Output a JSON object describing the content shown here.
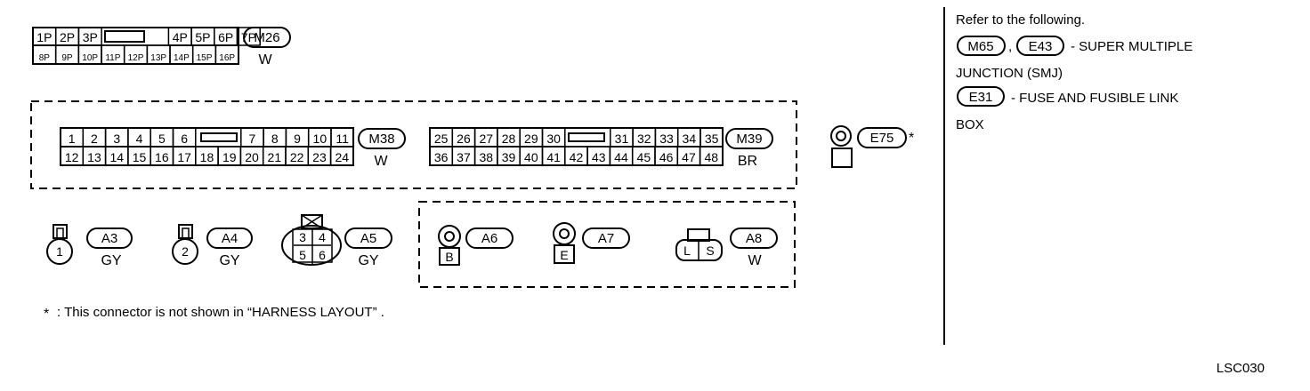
{
  "m26": {
    "row1": [
      "1P",
      "2P",
      "3P",
      "4P",
      "5P",
      "6P",
      "7P"
    ],
    "row2": [
      "8P",
      "9P",
      "10P",
      "11P",
      "12P",
      "13P",
      "14P",
      "15P",
      "16P"
    ],
    "tag": "M26",
    "color": "W"
  },
  "m38": {
    "row1": [
      "1",
      "2",
      "3",
      "4",
      "5",
      "6",
      "7",
      "8",
      "9",
      "10",
      "11"
    ],
    "row2": [
      "12",
      "13",
      "14",
      "15",
      "16",
      "17",
      "18",
      "19",
      "20",
      "21",
      "22",
      "23",
      "24"
    ],
    "tag": "M38",
    "color": "W"
  },
  "m39": {
    "row1": [
      "25",
      "26",
      "27",
      "28",
      "29",
      "30",
      "31",
      "32",
      "33",
      "34",
      "35"
    ],
    "row2": [
      "36",
      "37",
      "38",
      "39",
      "40",
      "41",
      "42",
      "43",
      "44",
      "45",
      "46",
      "47",
      "48"
    ],
    "tag": "M39",
    "color": "BR"
  },
  "e75": {
    "tag": "E75",
    "star": "*"
  },
  "a3": {
    "pin": "1",
    "tag": "A3",
    "color": "GY"
  },
  "a4": {
    "pin": "2",
    "tag": "A4",
    "color": "GY"
  },
  "a5": {
    "pins": [
      "3",
      "4",
      "5",
      "6"
    ],
    "tag": "A5",
    "color": "GY"
  },
  "a6": {
    "pin": "B",
    "tag": "A6"
  },
  "a7": {
    "pin": "E",
    "tag": "A7"
  },
  "a8": {
    "pins": [
      "L",
      "S"
    ],
    "tag": "A8",
    "color": "W"
  },
  "footnote": {
    "star": "*",
    "text": ": This connector is not shown in “HARNESS LAYOUT” ."
  },
  "refer": {
    "heading": "Refer to the following.",
    "smj_tags": [
      "M65",
      "E43"
    ],
    "smj_comma": ",",
    "smj_text": "- SUPER MULTIPLE",
    "smj_text2": "JUNCTION (SMJ)",
    "fuse_tag": "E31",
    "fuse_text": "- FUSE AND FUSIBLE LINK",
    "fuse_text2": "BOX"
  },
  "code": "LSC030"
}
